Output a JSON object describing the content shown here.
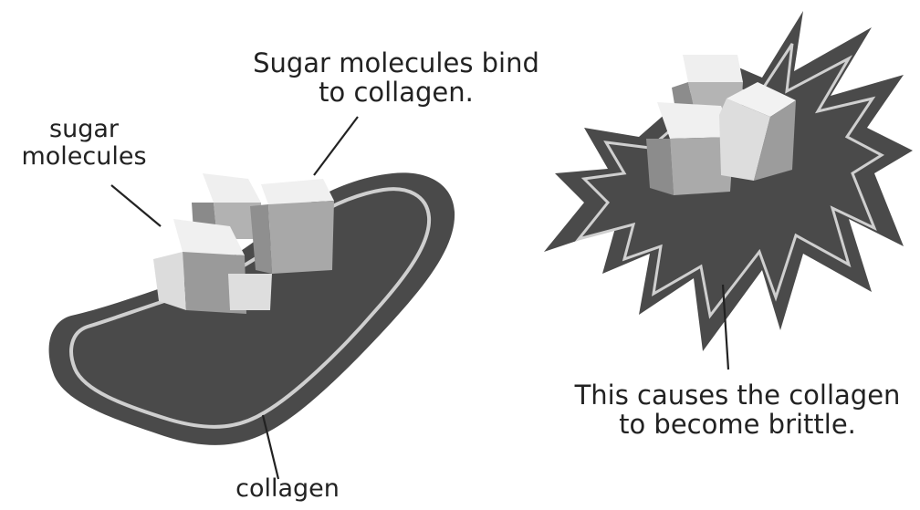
{
  "labels": {
    "sugar_molecules": [
      "sugar",
      "molecules"
    ],
    "bind": [
      "Sugar molecules bind",
      "to collagen."
    ],
    "collagen": "collagen",
    "brittle": [
      "This causes the collagen",
      "to become brittle."
    ]
  },
  "colors": {
    "collagen_fill": "#4a4a4a",
    "collagen_outline": "#cfcfcf",
    "cube_top": "#f2f2f2",
    "cube_side_light": "#e6e6e6",
    "cube_side_dark": "#9b9b9b",
    "leader_line": "#222222"
  }
}
